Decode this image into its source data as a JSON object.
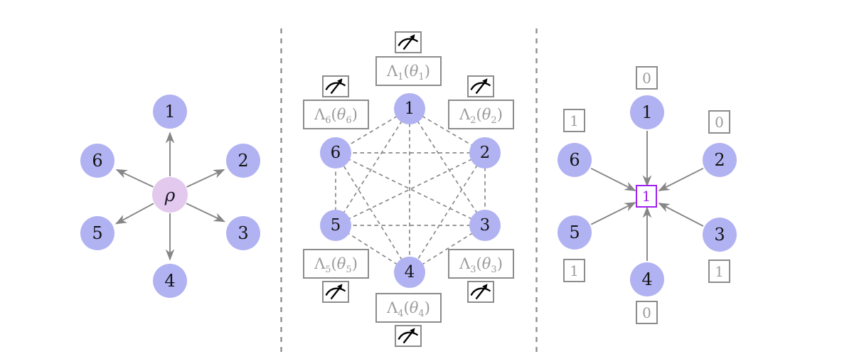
{
  "left_panel": {
    "source_label": "ρ",
    "nodes": [
      "1",
      "2",
      "3",
      "4",
      "5",
      "6"
    ]
  },
  "middle_panel": {
    "nodes": [
      "1",
      "2",
      "3",
      "4",
      "5",
      "6"
    ],
    "lambda_symbol": "Λ",
    "open_paren": "(",
    "theta_symbol": "θ",
    "close_paren": ")",
    "channels": [
      {
        "sub": "1"
      },
      {
        "sub": "2"
      },
      {
        "sub": "3"
      },
      {
        "sub": "4"
      },
      {
        "sub": "5"
      },
      {
        "sub": "6"
      }
    ],
    "meter_icon": "measurement-gauge"
  },
  "right_panel": {
    "nodes": [
      "1",
      "2",
      "3",
      "4",
      "5",
      "6"
    ],
    "outcomes": [
      "0",
      "0",
      "1",
      "0",
      "1",
      "1"
    ],
    "center_outcome": "1"
  },
  "colors": {
    "node_fill": "#b1b2f2",
    "source_fill": "#e3c9ee",
    "arrow_gray": "#868686",
    "box_border_gray": "#8c8c8c",
    "label_gray": "#9a9a9a",
    "accent_purple": "#a020f0"
  }
}
